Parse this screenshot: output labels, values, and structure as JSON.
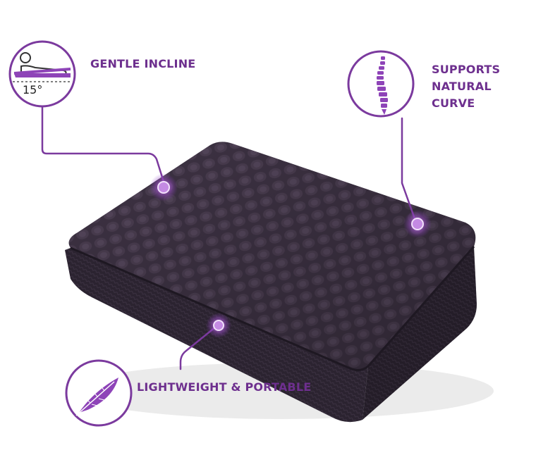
{
  "features": [
    {
      "key": "incline",
      "label": "GENTLE INCLINE",
      "icon": "reclining-person-icon",
      "icon_text": "15°"
    },
    {
      "key": "curve",
      "label_lines": [
        "SUPPORTS",
        "NATURAL CURVE"
      ],
      "icon": "spine-icon"
    },
    {
      "key": "light",
      "label": "LIGHTWEIGHT & PORTABLE",
      "icon": "feather-icon"
    }
  ],
  "colors": {
    "accent": "#7b3a9e",
    "label_text": "#6d2f8e",
    "cushion_top": "#3b3040",
    "cushion_side": "#2a222e",
    "marker_glow": "#c07be0"
  }
}
